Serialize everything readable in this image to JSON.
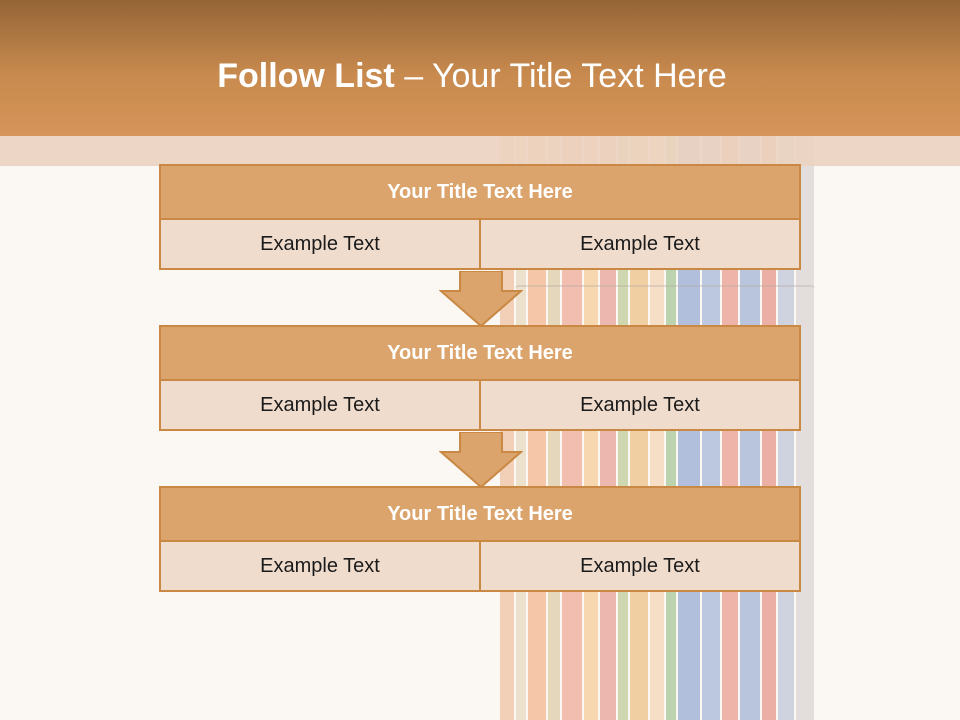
{
  "header": {
    "title_bold": "Follow List",
    "title_rest": " – Your Title Text Here"
  },
  "steps": [
    {
      "title": "Your Title Text Here",
      "left": "Example Text",
      "right": "Example Text"
    },
    {
      "title": "Your Title Text Here",
      "left": "Example Text",
      "right": "Example Text"
    },
    {
      "title": "Your Title Text Here",
      "left": "Example Text",
      "right": "Example Text"
    }
  ],
  "colors": {
    "header_top": "#946537",
    "header_bottom": "#d6955a",
    "block_title": "#dba46c",
    "block_cell": "#f0dccd",
    "border": "#c98945"
  }
}
